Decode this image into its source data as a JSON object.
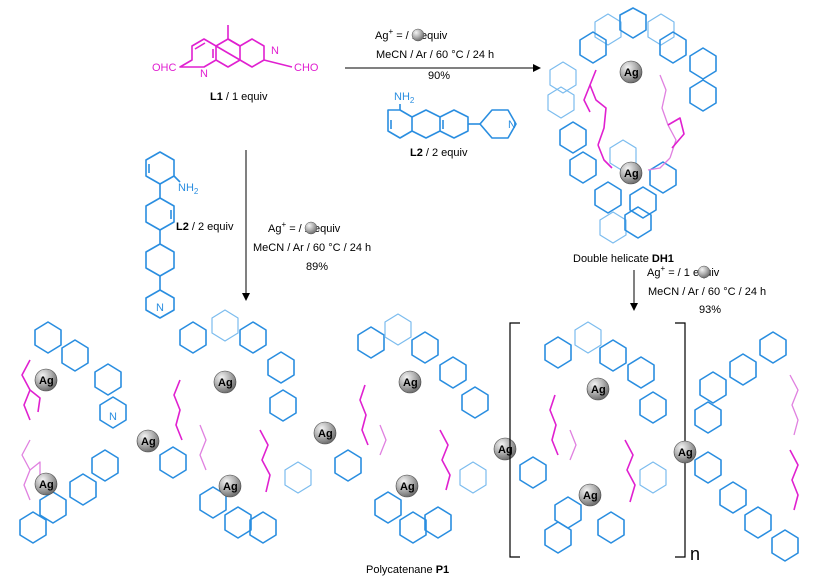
{
  "colors": {
    "ligand_l1": "#e020d0",
    "ligand_l2": "#2a8ee0",
    "silver": "#a8a8a8"
  },
  "l1": {
    "left_group": "OHC",
    "right_group": "CHO",
    "atom_n": "N",
    "label_bold": "L1",
    "label_rest": " / 1 equiv"
  },
  "l2_right": {
    "amine": "NH",
    "amine_sub": "2",
    "atom_n": "N",
    "label_bold": "L2",
    "label_rest": " / 2 equiv"
  },
  "l2_left": {
    "amine": "NH",
    "amine_sub": "2",
    "atom_n": "N",
    "label_bold": "L2",
    "label_rest": " / 2 equiv"
  },
  "reaction_top": {
    "ag": "Ag",
    "ag_sup": "+",
    "equiv": " =      / 1 equiv",
    "conditions": "MeCN / Ar / 60 °C / 24 h",
    "yield": "90%"
  },
  "reaction_left": {
    "ag": "Ag",
    "ag_sup": "+",
    "equiv": " =      / 2 equiv",
    "conditions": "MeCN / Ar / 60 °C / 24 h",
    "yield": "89%"
  },
  "reaction_right": {
    "ag": "Ag",
    "ag_sup": "+",
    "equiv": " =      / 1 equiv",
    "conditions": "MeCN / Ar / 60 °C / 24 h",
    "yield": "93%"
  },
  "helicate": {
    "label_prefix": "Double helicate ",
    "label_bold": "DH1",
    "ag_label": "Ag"
  },
  "polymer": {
    "label_prefix": "Polycatenane ",
    "label_bold": "P1",
    "ag_label": "Ag",
    "atom_n": "N",
    "repeat_subscript": "n"
  }
}
